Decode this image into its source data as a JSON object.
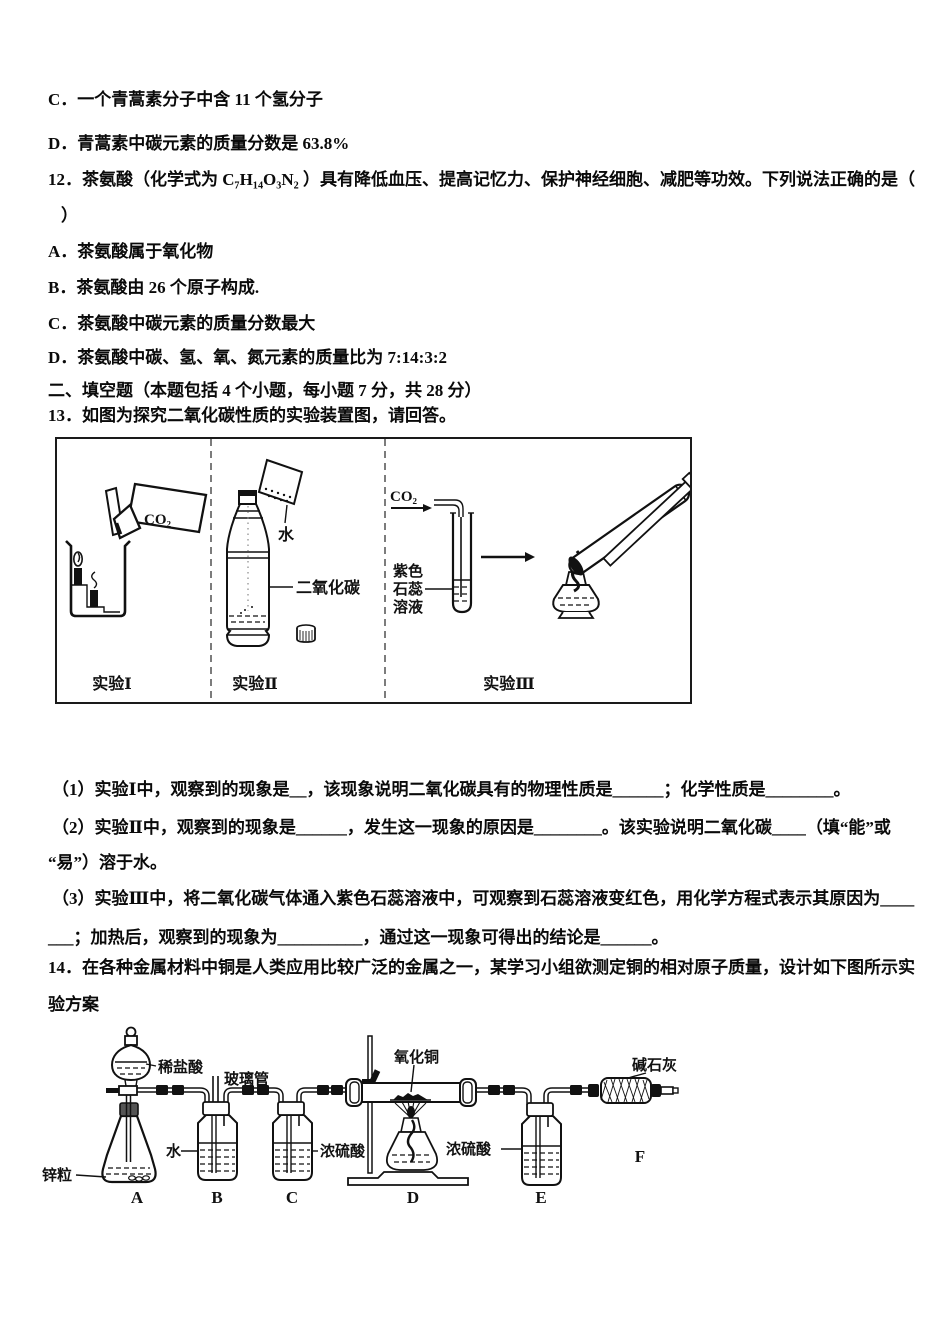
{
  "q11": {
    "option_c": "C．一个青蒿素分子中含 11 个氢分子",
    "option_d": "D．青蒿素中碳元素的质量分数是 63.8%"
  },
  "q12": {
    "stem_line1": "12．茶氨酸（化学式为 C₇H₁₄O₃N₂ ）具有降低血压、提高记忆力、保护神经细胞、减肥等功效。下列说法正确的是（",
    "stem_line2": "）",
    "options": [
      "A．茶氨酸属于氧化物",
      "B．茶氨酸由 26 个原子构成.",
      "C．茶氨酸中碳元素的质量分数最大",
      "D．茶氨酸中碳、氢、氧、氮元素的质量比为 7:14:3:2"
    ]
  },
  "section2_header": "二、填空题（本题包括 4 个小题，每小题 7 分，共 28 分）",
  "q13": {
    "stem": "13．如图为探究二氧化碳性质的实验装置图，请回答。",
    "figure": {
      "exp1": {
        "gas": "CO₂",
        "caption": "实验Ⅰ"
      },
      "exp2": {
        "pour": "水",
        "gas_label": "二氧化碳",
        "caption": "实验Ⅱ"
      },
      "exp3": {
        "gas": "CO₂",
        "litmus1": "紫色",
        "litmus2": "石蕊",
        "litmus3": "溶液",
        "caption": "实验Ⅲ"
      }
    },
    "part1": "（1）实验Ⅰ中，观察到的现象是__，该现象说明二氧化碳具有的物理性质是______；化学性质是________。",
    "part2a": "（2）实验Ⅱ中，观察到的现象是______，发生这一现象的原因是________。该实验说明二氧化碳____（填“能”或",
    "part2b": "“易”）溶于水。",
    "part3a": "（3）实验Ⅲ中，将二氧化碳气体通入紫色石蕊溶液中，可观察到石蕊溶液变红色，用化学方程式表示其原因为____",
    "part3b": "___；加热后，观察到的现象为__________，通过这一现象可得出的结论是______。"
  },
  "q14": {
    "stem_line1": "14．在各种金属材料中铜是人类应用比较广泛的金属之一，某学习小组欲测定铜的相对原子质量，设计如下图所示实",
    "stem_line2": "验方案",
    "figure": {
      "dilute_hcl": "稀盐酸",
      "glass_tube": "玻璃管",
      "copper_oxide": "氧化铜",
      "soda_lime": "碱石灰",
      "water": "水",
      "acid_c": "浓硫酸",
      "acid_e": "浓硫酸",
      "zinc": "锌粒",
      "units": [
        "A",
        "B",
        "C",
        "D",
        "E",
        "F"
      ]
    }
  }
}
